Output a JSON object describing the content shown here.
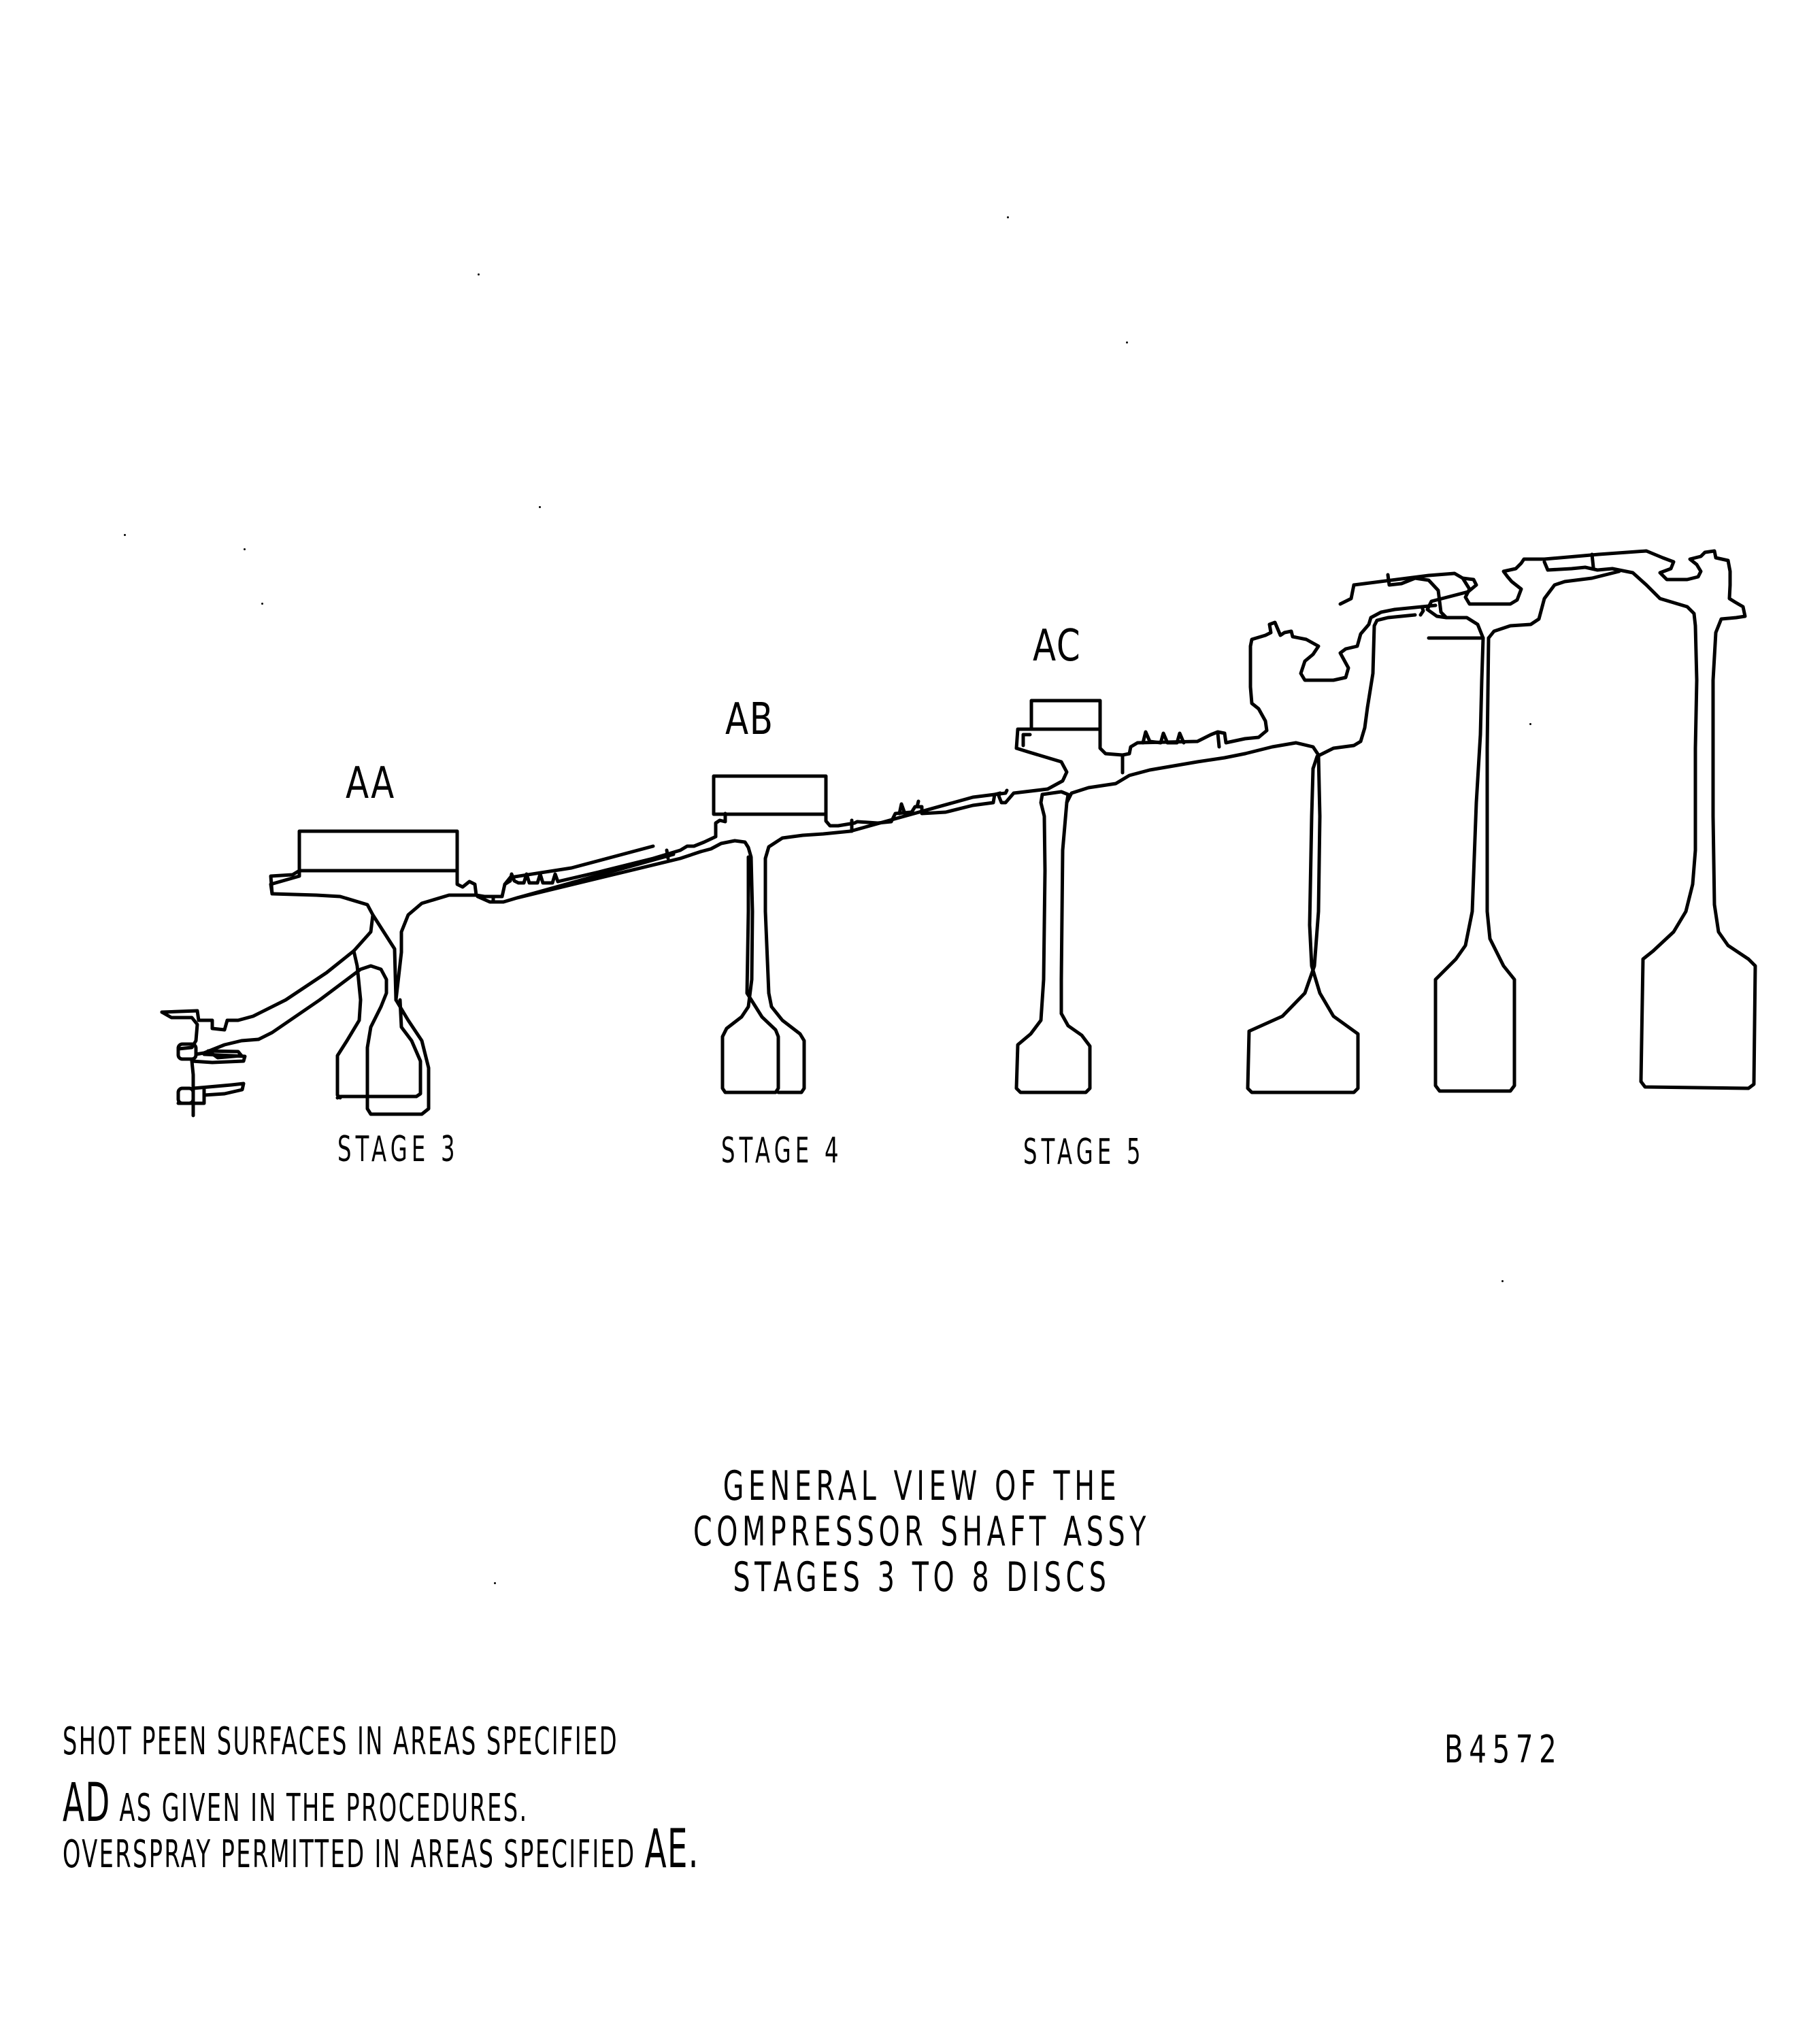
{
  "drawing": {
    "callouts": [
      {
        "id": "AA",
        "label": "AA"
      },
      {
        "id": "AB",
        "label": "AB"
      },
      {
        "id": "AC",
        "label": "AC"
      }
    ],
    "stage_labels": [
      "STAGE 3",
      "STAGE 4",
      "STAGE 5"
    ],
    "line_color": "#000000",
    "background_color": "#ffffff"
  },
  "title": {
    "lines": [
      "GENERAL VIEW OF THE",
      "COMPRESSOR SHAFT ASSY",
      "STAGES 3 TO 8 DISCS"
    ]
  },
  "notes": {
    "line1": "SHOT PEEN SURFACES IN AREAS SPECIFIED",
    "line2_ref": "AD",
    "line2_text": "AS GIVEN IN THE PROCEDURES.",
    "line3_text": "OVERSPRAY PERMITTED IN AREAS SPECIFIED",
    "line3_ref": "AE."
  },
  "drawing_number": "B4572"
}
